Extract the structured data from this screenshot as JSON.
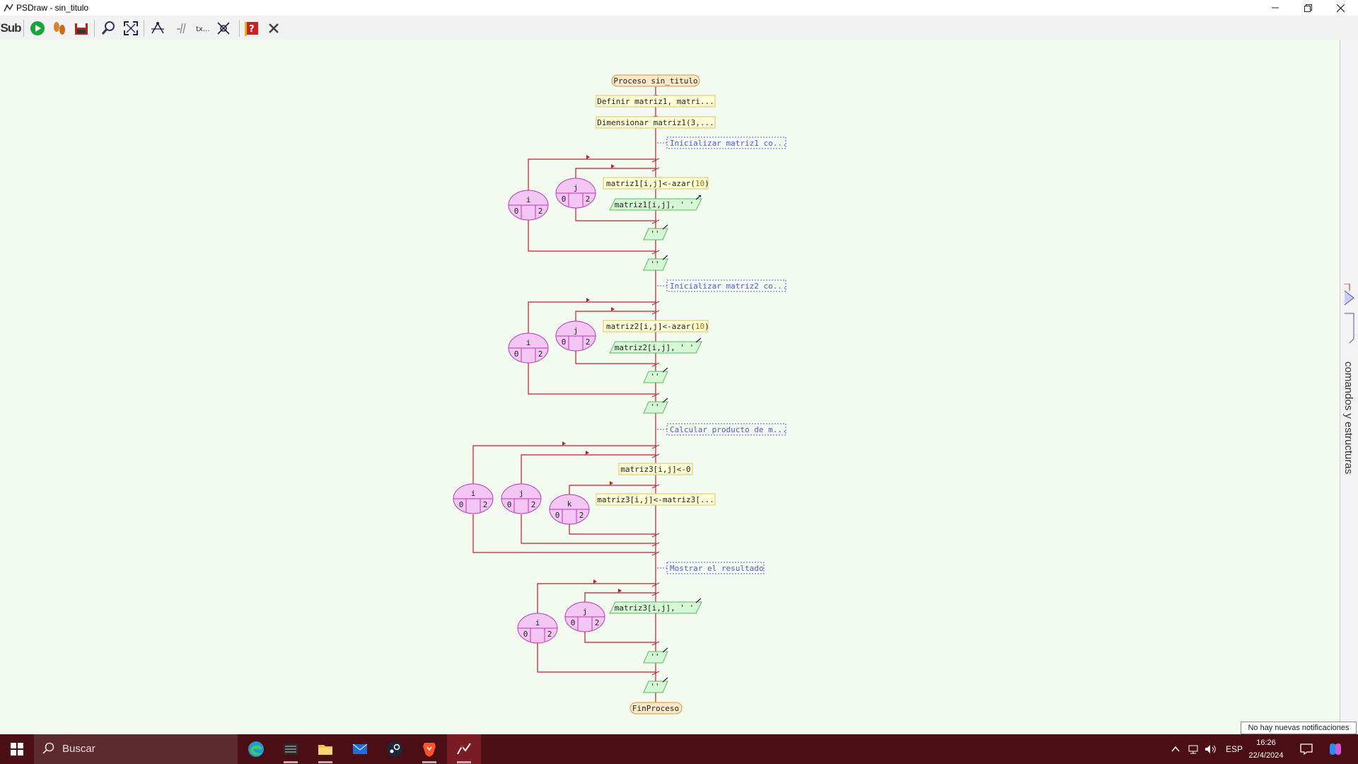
{
  "window": {
    "title": "PSDraw - sin_titulo",
    "controls": [
      "minimize",
      "restore",
      "close"
    ]
  },
  "toolbar": {
    "sub_label": "Sub",
    "buttons": [
      "run-icon",
      "step-icon",
      "save-icon",
      "zoom-icon",
      "fit-icon",
      "flow-icon",
      "comment-icon",
      "text-icon",
      "cut-icon",
      "help-icon",
      "close-icon"
    ]
  },
  "flowchart": {
    "start": "Proceso sin_titulo",
    "define": "Definir matriz1, matri...",
    "dimension": "Dimensionar matriz1(3,...",
    "comment1": "Inicializar matriz1 co...",
    "loop_i": "i",
    "loop_j": "j",
    "loop_k": "k",
    "loop_from": "0",
    "loop_to": "2",
    "assign1_pre": "matriz1[i,j]<-azar(",
    "assign1_num": "10",
    "assign1_post": ")",
    "write1": "matriz1[i,j], ' '",
    "write_empty": "''",
    "comment2": "Inicializar matriz2 co...",
    "assign2_pre": "matriz2[i,j]<-azar(",
    "assign2_num": "10",
    "assign2_post": ")",
    "write2": "matriz2[i,j], ' '",
    "comment3": "Calcular producto de m...",
    "assign3": "matriz3[i,j]<-0",
    "assign4": "matriz3[i,j]<-matriz3[...",
    "comment4": "Mostrar el resultado",
    "write3": "matriz3[i,j], ' '",
    "end": "FinProceso"
  },
  "side_panel": {
    "label": "comandos y estructuras"
  },
  "notification": "No hay nuevas notificaciones",
  "taskbar": {
    "search_placeholder": "Buscar",
    "apps": [
      "edge-icon",
      "media-icon",
      "explorer-icon",
      "mail-icon",
      "steam-icon",
      "brave-icon",
      "pseint-icon"
    ],
    "language": "ESP",
    "time": "16:26",
    "date": "22/4/2024"
  },
  "colors": {
    "canvas": "#f3fbf1",
    "loop_fill": "#f3c6f3",
    "loop_stroke": "#b73bb7",
    "process_fill": "#ffffd6",
    "process_stroke": "#d6c85a",
    "io_fill": "#d6f7d6",
    "io_stroke": "#5cbd5c",
    "terminal_fill": "#fbe8c8",
    "terminal_stroke": "#d39a3a",
    "line": "#c21f2f",
    "comment": "#5555ee",
    "taskbar": "#4a0e14"
  }
}
